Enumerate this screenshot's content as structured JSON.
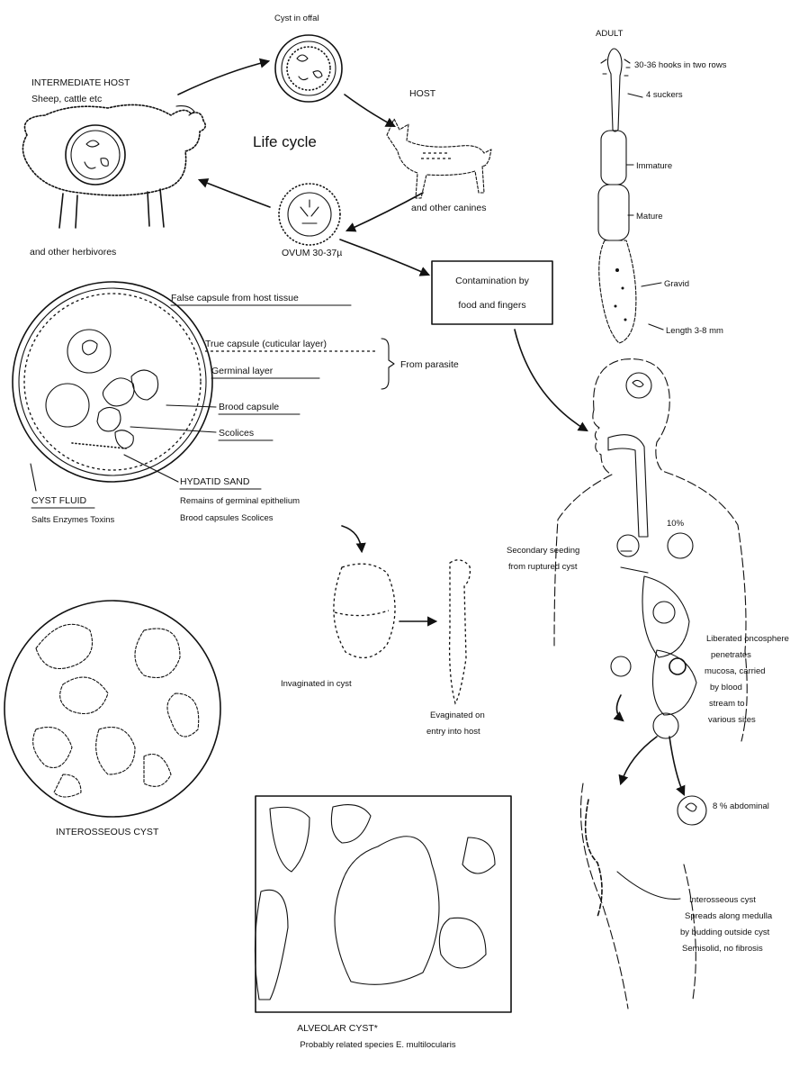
{
  "life_cycle": {
    "title": "Life cycle",
    "cyst_in_offal": "Cyst in offal",
    "intermediate_host": "INTERMEDIATE HOST",
    "intermediate_examples": "Sheep, cattle etc",
    "other_herbivores": "and other herbivores",
    "host": "HOST",
    "other_canines": "and other canines",
    "ovum": "OVUM 30-37µ",
    "contamination_line1": "Contamination by",
    "contamination_line2": "food and fingers"
  },
  "adult_worm": {
    "title": "ADULT",
    "hooks": "30-36 hooks in two rows",
    "suckers": "4 suckers",
    "immature": "Immature",
    "mature": "Mature",
    "gravid": "Gravid",
    "length": "Length 3-8 mm"
  },
  "cyst_structure": {
    "false_capsule": "False capsule from host tissue",
    "true_capsule": "True capsule (cuticular layer)",
    "germinal_layer": "Germinal layer",
    "from_parasite": "From parasite",
    "brood_capsule": "Brood capsule",
    "scolices": "Scolices",
    "hydatid_sand": "HYDATID SAND",
    "hydatid_sand_desc1": "Remains of germinal epithelium",
    "hydatid_sand_desc2": "Brood capsules Scolices",
    "cyst_fluid": "CYST FLUID",
    "cyst_fluid_desc": "Salts Enzymes Toxins"
  },
  "scolex": {
    "invaginated": "Invaginated in cyst",
    "evaginated_line1": "Evaginated on",
    "evaginated_line2": "entry into host"
  },
  "human": {
    "secondary_line1": "Secondary seeding",
    "secondary_line2": "from ruptured cyst",
    "percent_10": "10%",
    "liberated_lines": [
      "Liberated oncosphere",
      "penetrates",
      "mucosa, carried",
      "by blood",
      "stream to",
      "various sites"
    ],
    "abdominal": "8 % abdominal",
    "interosseous_lines": [
      "Interosseous cyst",
      "Spreads along medulla",
      "by budding outside cyst",
      "Semisolid, no fibrosis"
    ]
  },
  "interosseous_cyst": {
    "label": "INTEROSSEOUS CYST"
  },
  "alveolar_cyst": {
    "label": "ALVEOLAR CYST*",
    "note": "Probably related species E. multilocularis"
  }
}
